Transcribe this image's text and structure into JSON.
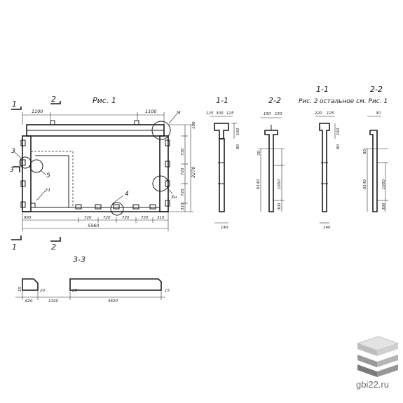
{
  "figures": {
    "fig1_title": "Рис. 1",
    "fig2_title": "Рис. 2",
    "fig2_note": "остальное см. Рис. 1",
    "section_3_3": "3-3"
  },
  "section_marks": {
    "s1": "1",
    "s2": "2",
    "s3": "3"
  },
  "section_titles": {
    "a": "1-1",
    "b": "2-2",
    "c": "1-1",
    "d": "2-2"
  },
  "callouts": {
    "c3": "3",
    "c5": "5",
    "c4": "4",
    "c21": "21",
    "c3n": "3н",
    "cM": "М"
  },
  "dims_fig1": {
    "top_left": "1100",
    "top_right": "1100",
    "right_top": "100",
    "right_730": "730",
    "right_3270": "3270",
    "right_720a": "720",
    "right_720b": "720",
    "right_310": "310",
    "bottom_left": "995",
    "bottom_720a": "720",
    "bottom_720b": "720",
    "bottom_720c": "720",
    "bottom_720d": "720",
    "bottom_310": "310",
    "overall": "5560"
  },
  "dims_sec_a": {
    "w1": "125",
    "w2": "300",
    "w3": "125",
    "h1": "160",
    "h2": "80",
    "bottom": "140"
  },
  "dims_sec_b": {
    "w1": "150",
    "w2": "150",
    "h1": "70",
    "h2": "6140",
    "h3": "1650",
    "h4": "300"
  },
  "dims_sec_c": {
    "w1": "220",
    "w2": "125",
    "h1": "160",
    "h2": "80",
    "bottom": "140"
  },
  "dims_sec_d": {
    "w1": "30",
    "h1": "80",
    "h2": "6140",
    "h3": "1650",
    "h4": "300"
  },
  "dims_3_3": {
    "left_h": "15",
    "left_w": "620",
    "gap_l": "20",
    "gap": "1320",
    "gap_r": "20",
    "beam": "3620",
    "right_h": "15"
  },
  "watermark": "gbi22.ru"
}
